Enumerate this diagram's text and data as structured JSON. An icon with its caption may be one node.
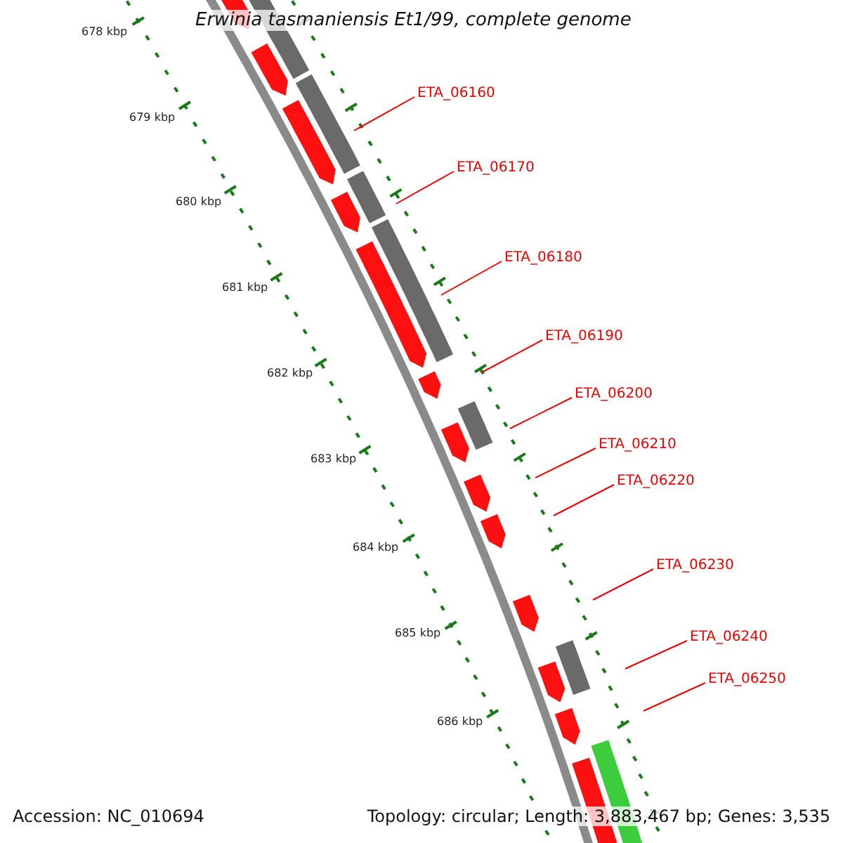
{
  "diagram": {
    "title": "Erwinia tasmaniensis Et1/99, complete genome",
    "nodes": [
      {
        "text": [
          "ETA_06160"
        ]
      },
      {
        "text": [
          "ETA_06170"
        ]
      },
      {
        "text": [
          "ETA_06180"
        ]
      },
      {
        "text": [
          "ETA_06190"
        ]
      },
      {
        "text": [
          "ETA_06200"
        ]
      },
      {
        "text": [
          "ETA_06210"
        ]
      },
      {
        "text": [
          "ETA_06220"
        ]
      },
      {
        "text": [
          "ETA_06230"
        ]
      },
      {
        "text": [
          "ETA_06240"
        ]
      },
      {
        "text": [
          "ETA_06250"
        ]
      }
    ],
    "edges": [
      {
        "from": 0,
        "to": null,
        "arrow": "none"
      },
      {
        "from": 1,
        "to": null,
        "arrow": "none"
      },
      {
        "from": 2,
        "to": null,
        "arrow": "none"
      },
      {
        "from": 3,
        "to": null,
        "arrow": "none"
      },
      {
        "from": 4,
        "to": null,
        "arrow": "none"
      },
      {
        "from": 5,
        "to": null,
        "arrow": "none"
      },
      {
        "from": 6,
        "to": null,
        "arrow": "none"
      },
      {
        "from": 7,
        "to": null,
        "arrow": "none"
      },
      {
        "from": 8,
        "to": null,
        "arrow": "none"
      },
      {
        "from": 9,
        "to": null,
        "arrow": "none"
      }
    ],
    "labels": [
      "678 kbp",
      "679 kbp",
      "680 kbp",
      "681 kbp",
      "682 kbp",
      "683 kbp",
      "684 kbp",
      "685 kbp",
      "686 kbp",
      "Accession: NC_010694",
      "Topology: circular; Length: 3,883,467 bp; Genes: 3,535"
    ]
  }
}
